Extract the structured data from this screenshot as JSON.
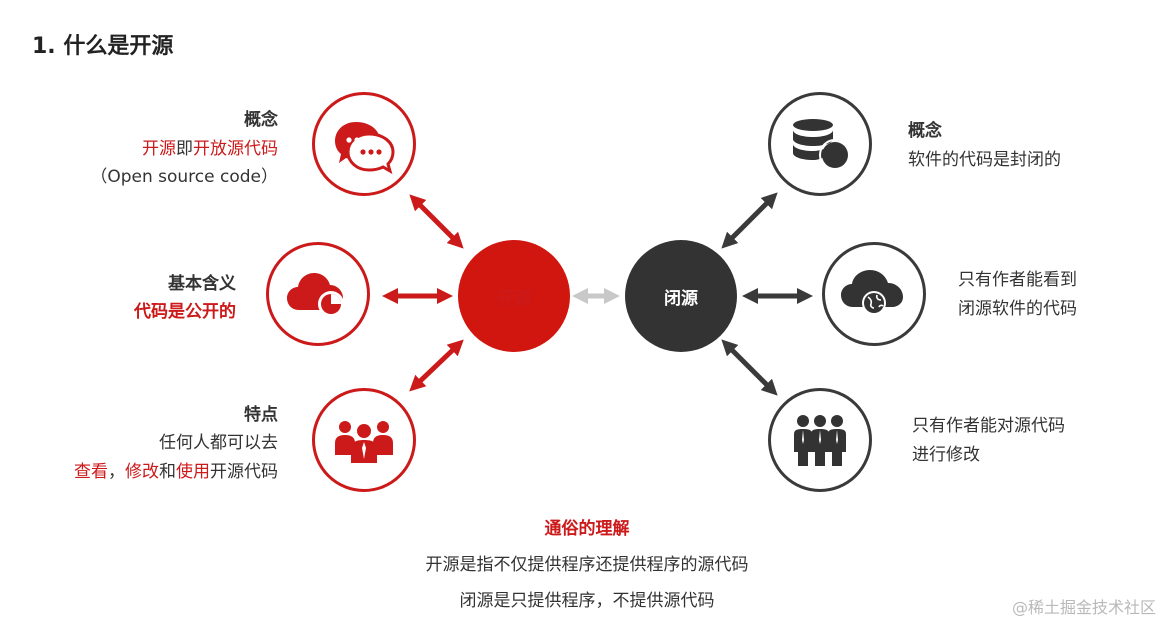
{
  "title": "1. 什么是开源",
  "hubs": {
    "open": "开源",
    "closed": "闭源"
  },
  "left": {
    "concept": {
      "heading": "概念",
      "line1_parts": [
        "开源",
        "即",
        "开放源代码"
      ],
      "line2": "（Open source code）",
      "icon": "chat-bubbles-icon"
    },
    "meaning": {
      "heading": "基本含义",
      "line1": "代码是公开的",
      "icon": "cloud-chart-icon"
    },
    "feature": {
      "heading": "特点",
      "line1": "任何人都可以去",
      "line2_parts": [
        "查看",
        "，",
        "修改",
        "和",
        "使用",
        "开源代码"
      ],
      "icon": "team-icon"
    }
  },
  "right": {
    "concept": {
      "heading": "概念",
      "line1": "软件的代码是封闭的",
      "icon": "database-icon"
    },
    "view": {
      "line1": "只有作者能看到",
      "line2": "闭源软件的代码",
      "icon": "cloud-globe-icon"
    },
    "modify": {
      "line1": "只有作者能对源代码",
      "line2": "进行修改",
      "icon": "business-team-icon"
    }
  },
  "summary": {
    "heading": "通俗的理解",
    "line1": "开源是指不仅提供程序还提供程序的源代码",
    "line2": "闭源是只提供程序，不提供源代码"
  },
  "watermark": "@稀土掘金技术社区",
  "colors": {
    "red": "#cc1a1a",
    "dark": "#333333",
    "gray_arrow": "#c8c8c8"
  }
}
